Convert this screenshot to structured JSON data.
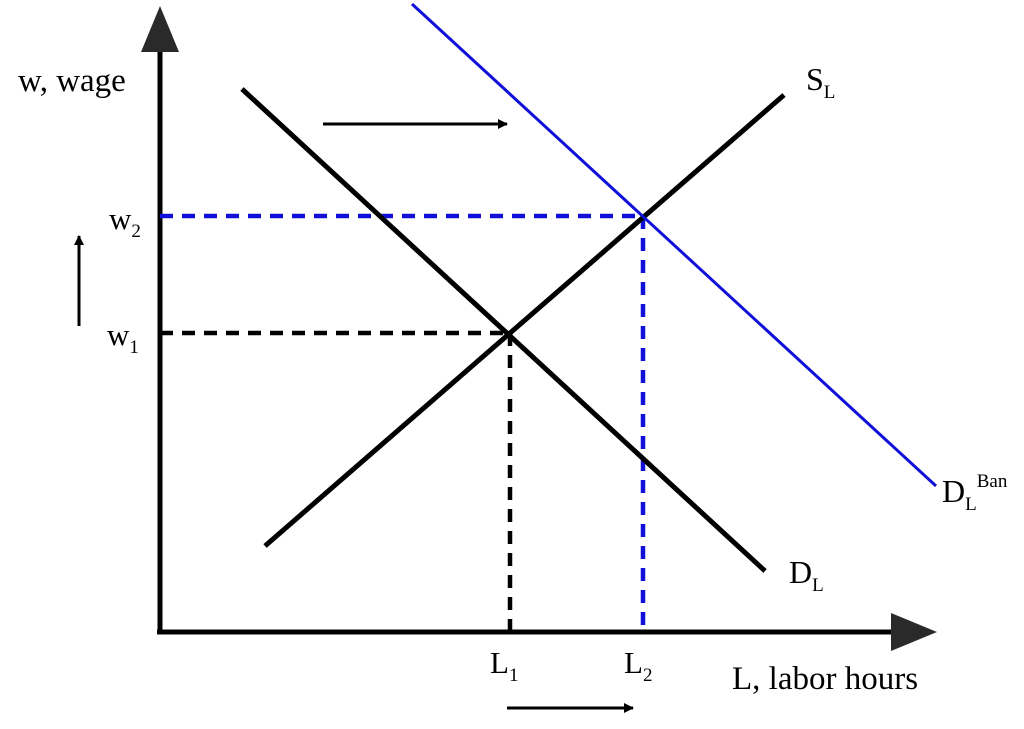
{
  "axes": {
    "y_label": "w, wage",
    "x_label": "L, labor hours"
  },
  "ticks": {
    "w1": {
      "base": "w",
      "sub": "1"
    },
    "w2": {
      "base": "w",
      "sub": "2"
    },
    "l1": {
      "base": "L",
      "sub": "1"
    },
    "l2": {
      "base": "L",
      "sub": "2"
    }
  },
  "curves": {
    "supply": {
      "base": "S",
      "sub": "L"
    },
    "demand": {
      "base": "D",
      "sub": "L"
    },
    "demand_ban": {
      "base": "D",
      "sub": "L",
      "sup": "Ban"
    }
  },
  "colors": {
    "original": "#000000",
    "shifted": "#1010d8"
  },
  "arrows": [
    {
      "name": "demand-shift-arrow",
      "direction": "right"
    },
    {
      "name": "wage-increase-arrow",
      "direction": "up"
    },
    {
      "name": "labor-increase-arrow",
      "direction": "right"
    }
  ]
}
